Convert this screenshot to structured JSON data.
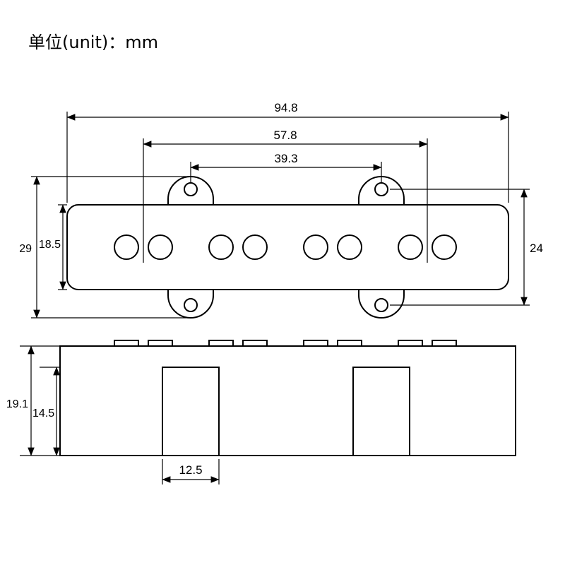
{
  "title": "单位(unit)：mm",
  "top_view": {
    "overall_width": "94.8",
    "pole_pair_span": "57.8",
    "mounting_hole_span": "39.3",
    "overall_height": "29",
    "body_height": "18.5",
    "mounting_hole_vertical_span": "24"
  },
  "side_view": {
    "overall_height": "19.1",
    "tab_height": "14.5",
    "tab_width": "12.5"
  }
}
